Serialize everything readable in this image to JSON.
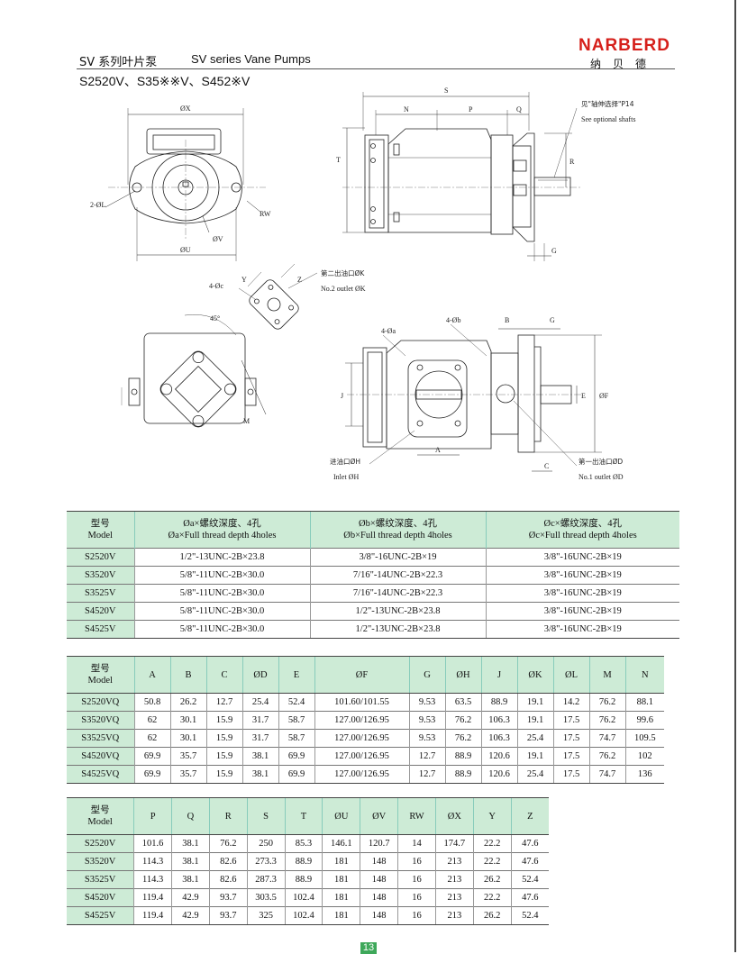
{
  "header": {
    "series_cn": "SV 系列叶片泵",
    "series_en": "SV series Vane Pumps",
    "brand": "NARBERD",
    "brand_cn": "纳贝德",
    "models": "S2520V、S35※※V、S452※V"
  },
  "drawing": {
    "dim_ox": "ØX",
    "dim_ou": "ØU",
    "dim_ov": "ØV",
    "dim_2ol": "2-ØL",
    "dim_rw": "RW",
    "dim_s": "S",
    "dim_n": "N",
    "dim_p": "P",
    "dim_q": "Q",
    "dim_t": "T",
    "dim_r": "R",
    "dim_g": "G",
    "shaft_note_cn": "见\"轴伸选择\"P14",
    "shaft_note_en": "See optional shafts",
    "dim_4oc": "4-Øc",
    "dim_y": "Y",
    "dim_z": "Z",
    "outlet2_cn": "第二出油口ØK",
    "outlet2_en": "No.2 outlet ØK",
    "angle": "45°",
    "dim_m": "M",
    "dim_4oa": "4-Øa",
    "dim_4ob": "4-Øb",
    "dim_b": "B",
    "dim_j": "J",
    "dim_e": "E",
    "dim_of": "ØF",
    "dim_a": "A",
    "dim_c": "C",
    "inlet_cn": "进油口ØH",
    "inlet_en": "Inlet ØH",
    "outlet1_cn": "第一出油口ØD",
    "outlet1_en": "No.1 outlet ØD"
  },
  "table1": {
    "headers": [
      [
        "型号",
        "Model"
      ],
      [
        "Øa×螺纹深度、4孔",
        "Øa×Full thread depth 4holes"
      ],
      [
        "Øb×螺纹深度、4孔",
        "Øb×Full thread depth 4holes"
      ],
      [
        "Øc×螺纹深度、4孔",
        "Øc×Full thread depth 4holes"
      ]
    ],
    "rows": [
      [
        "S2520V",
        "1/2\"-13UNC-2B×23.8",
        "3/8\"-16UNC-2B×19",
        "3/8\"-16UNC-2B×19"
      ],
      [
        "S3520V",
        "5/8\"-11UNC-2B×30.0",
        "7/16\"-14UNC-2B×22.3",
        "3/8\"-16UNC-2B×19"
      ],
      [
        "S3525V",
        "5/8\"-11UNC-2B×30.0",
        "7/16\"-14UNC-2B×22.3",
        "3/8\"-16UNC-2B×19"
      ],
      [
        "S4520V",
        "5/8\"-11UNC-2B×30.0",
        "1/2\"-13UNC-2B×23.8",
        "3/8\"-16UNC-2B×19"
      ],
      [
        "S4525V",
        "5/8\"-11UNC-2B×30.0",
        "1/2\"-13UNC-2B×23.8",
        "3/8\"-16UNC-2B×19"
      ]
    ]
  },
  "table2": {
    "model_header": [
      "型号",
      "Model"
    ],
    "headers": [
      "A",
      "B",
      "C",
      "ØD",
      "E",
      "ØF",
      "G",
      "ØH",
      "J",
      "ØK",
      "ØL",
      "M",
      "N"
    ],
    "rows": [
      [
        "S2520VQ",
        "50.8",
        "26.2",
        "12.7",
        "25.4",
        "52.4",
        "101.60/101.55",
        "9.53",
        "63.5",
        "88.9",
        "19.1",
        "14.2",
        "76.2",
        "88.1"
      ],
      [
        "S3520VQ",
        "62",
        "30.1",
        "15.9",
        "31.7",
        "58.7",
        "127.00/126.95",
        "9.53",
        "76.2",
        "106.3",
        "19.1",
        "17.5",
        "76.2",
        "99.6"
      ],
      [
        "S3525VQ",
        "62",
        "30.1",
        "15.9",
        "31.7",
        "58.7",
        "127.00/126.95",
        "9.53",
        "76.2",
        "106.3",
        "25.4",
        "17.5",
        "74.7",
        "109.5"
      ],
      [
        "S4520VQ",
        "69.9",
        "35.7",
        "15.9",
        "38.1",
        "69.9",
        "127.00/126.95",
        "12.7",
        "88.9",
        "120.6",
        "19.1",
        "17.5",
        "76.2",
        "102"
      ],
      [
        "S4525VQ",
        "69.9",
        "35.7",
        "15.9",
        "38.1",
        "69.9",
        "127.00/126.95",
        "12.7",
        "88.9",
        "120.6",
        "25.4",
        "17.5",
        "74.7",
        "136"
      ]
    ]
  },
  "table3": {
    "model_header": [
      "型号",
      "Model"
    ],
    "headers": [
      "P",
      "Q",
      "R",
      "S",
      "T",
      "ØU",
      "ØV",
      "RW",
      "ØX",
      "Y",
      "Z"
    ],
    "rows": [
      [
        "S2520V",
        "101.6",
        "38.1",
        "76.2",
        "250",
        "85.3",
        "146.1",
        "120.7",
        "14",
        "174.7",
        "22.2",
        "47.6"
      ],
      [
        "S3520V",
        "114.3",
        "38.1",
        "82.6",
        "273.3",
        "88.9",
        "181",
        "148",
        "16",
        "213",
        "22.2",
        "47.6"
      ],
      [
        "S3525V",
        "114.3",
        "38.1",
        "82.6",
        "287.3",
        "88.9",
        "181",
        "148",
        "16",
        "213",
        "26.2",
        "52.4"
      ],
      [
        "S4520V",
        "119.4",
        "42.9",
        "93.7",
        "303.5",
        "102.4",
        "181",
        "148",
        "16",
        "213",
        "22.2",
        "47.6"
      ],
      [
        "S4525V",
        "119.4",
        "42.9",
        "93.7",
        "325",
        "102.4",
        "181",
        "148",
        "16",
        "213",
        "26.2",
        "52.4"
      ]
    ]
  },
  "page_number": "13",
  "colors": {
    "brand": "#d6201b",
    "table_header": "#cdebd6",
    "page_badge": "#3ea85a"
  }
}
